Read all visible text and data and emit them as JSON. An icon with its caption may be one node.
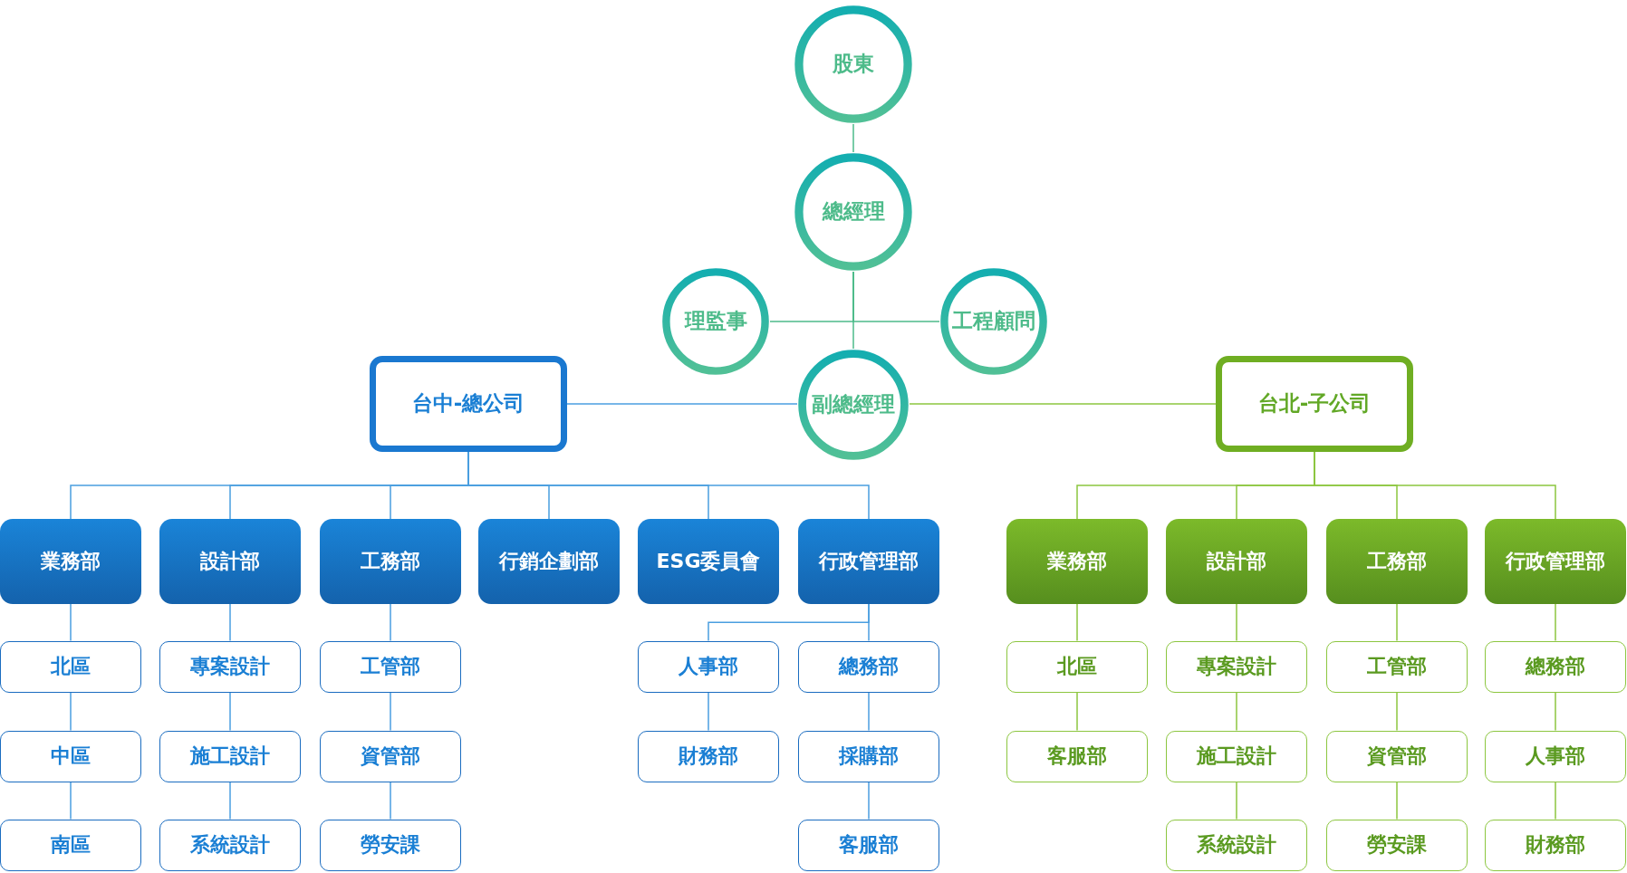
{
  "diagram": {
    "nodes": [
      {
        "text": [
          "股東"
        ]
      },
      {
        "text": [
          "總經理"
        ]
      },
      {
        "text": [
          "理監事"
        ]
      },
      {
        "text": [
          "工程顧問"
        ]
      },
      {
        "text": [
          "副總經理"
        ]
      },
      {
        "text": [
          "台中-總公司"
        ]
      },
      {
        "text": [
          "台北-子公司"
        ]
      },
      {
        "text": [
          "業務部"
        ]
      },
      {
        "text": [
          "設計部"
        ]
      },
      {
        "text": [
          "工務部"
        ]
      },
      {
        "text": [
          "行銷企劃部"
        ]
      },
      {
        "text": [
          "ESG委員會"
        ]
      },
      {
        "text": [
          "行政管理部"
        ]
      },
      {
        "text": [
          "業務部"
        ]
      },
      {
        "text": [
          "設計部"
        ]
      },
      {
        "text": [
          "工務部"
        ]
      },
      {
        "text": [
          "行政管理部"
        ]
      },
      {
        "text": [
          "北區"
        ]
      },
      {
        "text": [
          "中區"
        ]
      },
      {
        "text": [
          "南區"
        ]
      },
      {
        "text": [
          "專案設計"
        ]
      },
      {
        "text": [
          "施工設計"
        ]
      },
      {
        "text": [
          "系統設計"
        ]
      },
      {
        "text": [
          "工管部"
        ]
      },
      {
        "text": [
          "資管部"
        ]
      },
      {
        "text": [
          "勞安課"
        ]
      },
      {
        "text": [
          "人事部"
        ]
      },
      {
        "text": [
          "財務部"
        ]
      },
      {
        "text": [
          "總務部"
        ]
      },
      {
        "text": [
          "採購部"
        ]
      },
      {
        "text": [
          "客服部"
        ]
      },
      {
        "text": [
          "北區"
        ]
      },
      {
        "text": [
          "客服部"
        ]
      },
      {
        "text": [
          "專案設計"
        ]
      },
      {
        "text": [
          "施工設計"
        ]
      },
      {
        "text": [
          "系統設計"
        ]
      },
      {
        "text": [
          "工管部"
        ]
      },
      {
        "text": [
          "資管部"
        ]
      },
      {
        "text": [
          "勞安課"
        ]
      },
      {
        "text": [
          "總務部"
        ]
      },
      {
        "text": [
          "人事部"
        ]
      },
      {
        "text": [
          "財務部"
        ]
      }
    ],
    "edges": [
      {
        "from": 0,
        "to": 1,
        "arrow": "none",
        "color": "#4dbb8a"
      },
      {
        "from": 1,
        "to": 2,
        "arrow": "none",
        "color": "#4dbb8a"
      },
      {
        "from": 1,
        "to": 3,
        "arrow": "none",
        "color": "#4dbb8a"
      },
      {
        "from": 1,
        "to": 4,
        "arrow": "none",
        "color": "#4dbb8a"
      },
      {
        "from": 4,
        "to": 5,
        "arrow": "none"
      },
      {
        "from": 4,
        "to": 6,
        "arrow": "none",
        "color": "#8cc63f"
      },
      {
        "from": 5,
        "to": 7,
        "arrow": "none"
      },
      {
        "from": 5,
        "to": 8,
        "arrow": "none"
      },
      {
        "from": 5,
        "to": 9,
        "arrow": "none"
      },
      {
        "from": 5,
        "to": 10,
        "arrow": "none"
      },
      {
        "from": 5,
        "to": 11,
        "arrow": "none"
      },
      {
        "from": 5,
        "to": 12,
        "arrow": "none"
      },
      {
        "from": 6,
        "to": 13,
        "arrow": "none",
        "color": "#8cc63f"
      },
      {
        "from": 6,
        "to": 14,
        "arrow": "none",
        "color": "#8cc63f"
      },
      {
        "from": 6,
        "to": 15,
        "arrow": "none",
        "color": "#8cc63f"
      },
      {
        "from": 6,
        "to": 16,
        "arrow": "none",
        "color": "#8cc63f"
      },
      {
        "from": 7,
        "to": 17,
        "arrow": "none"
      },
      {
        "from": 17,
        "to": 18,
        "arrow": "none"
      },
      {
        "from": 18,
        "to": 19,
        "arrow": "none"
      },
      {
        "from": 8,
        "to": 20,
        "arrow": "none"
      },
      {
        "from": 20,
        "to": 21,
        "arrow": "none"
      },
      {
        "from": 21,
        "to": 22,
        "arrow": "none"
      },
      {
        "from": 9,
        "to": 23,
        "arrow": "none"
      },
      {
        "from": 23,
        "to": 24,
        "arrow": "none"
      },
      {
        "from": 24,
        "to": 25,
        "arrow": "none"
      },
      {
        "from": 12,
        "to": 26,
        "arrow": "none"
      },
      {
        "from": 26,
        "to": 27,
        "arrow": "none"
      },
      {
        "from": 12,
        "to": 28,
        "arrow": "none"
      },
      {
        "from": 28,
        "to": 29,
        "arrow": "none"
      },
      {
        "from": 29,
        "to": 30,
        "arrow": "none"
      },
      {
        "from": 13,
        "to": 31,
        "arrow": "none",
        "color": "#8cc63f"
      },
      {
        "from": 31,
        "to": 32,
        "arrow": "none",
        "color": "#8cc63f"
      },
      {
        "from": 14,
        "to": 33,
        "arrow": "none",
        "color": "#8cc63f"
      },
      {
        "from": 33,
        "to": 34,
        "arrow": "none",
        "color": "#8cc63f"
      },
      {
        "from": 34,
        "to": 35,
        "arrow": "none",
        "color": "#8cc63f"
      },
      {
        "from": 15,
        "to": 36,
        "arrow": "none",
        "color": "#8cc63f"
      },
      {
        "from": 36,
        "to": 37,
        "arrow": "none",
        "color": "#8cc63f"
      },
      {
        "from": 37,
        "to": 38,
        "arrow": "none",
        "color": "#8cc63f"
      },
      {
        "from": 16,
        "to": 39,
        "arrow": "none",
        "color": "#8cc63f"
      },
      {
        "from": 39,
        "to": 40,
        "arrow": "none",
        "color": "#8cc63f"
      },
      {
        "from": 40,
        "to": 41,
        "arrow": "none",
        "color": "#8cc63f"
      }
    ]
  }
}
